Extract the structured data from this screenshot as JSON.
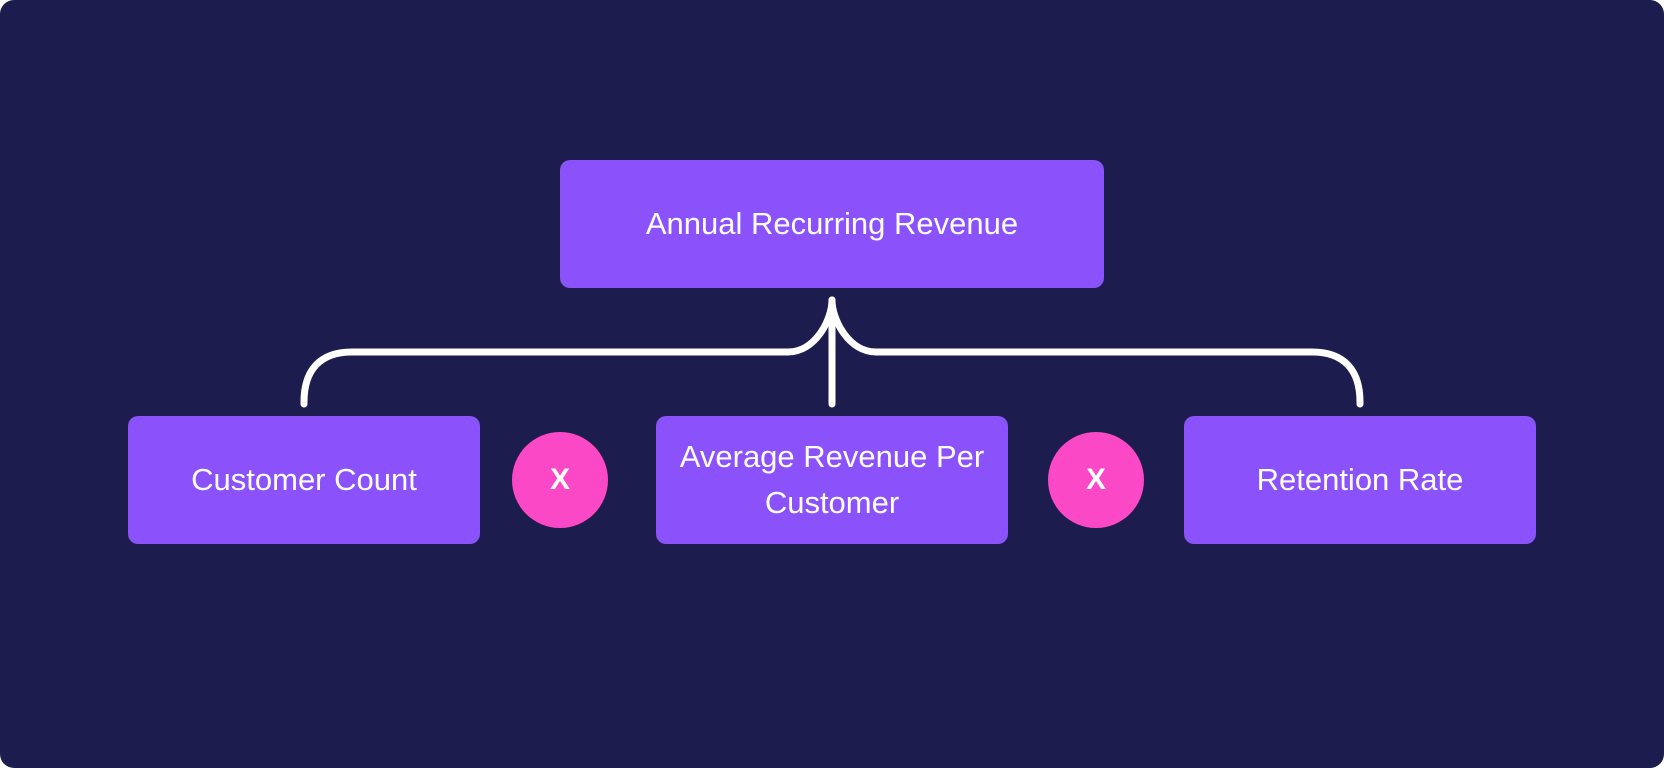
{
  "diagram": {
    "root": {
      "label": "Annual Recurring Revenue"
    },
    "factors": [
      {
        "label": "Customer Count"
      },
      {
        "label": "Average Revenue Per Customer"
      },
      {
        "label": "Retention Rate"
      }
    ],
    "operators": [
      {
        "symbol": "X"
      },
      {
        "symbol": "X"
      }
    ]
  },
  "colors": {
    "background": "#1d1c4e",
    "box": "#8b52fc",
    "operator": "#fa48c6",
    "connector": "#ffffff",
    "text": "#ffffff"
  }
}
